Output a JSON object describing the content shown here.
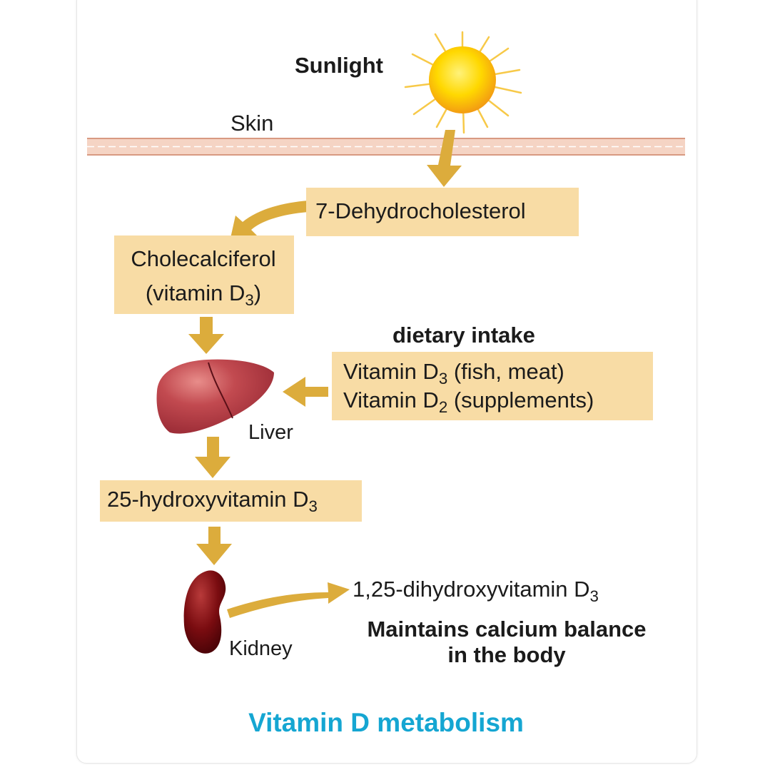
{
  "labels": {
    "sunlight": "Sunlight",
    "skin": "Skin",
    "dehydro": "7-Dehydrocholesterol",
    "chole_line1": "Cholecalciferol",
    "chole_line2_pre": "(vitamin D",
    "chole_line2_sub": "3",
    "chole_line2_post": ")",
    "dietary": "dietary intake",
    "diet_line1_pre": "Vitamin D",
    "diet_line1_sub": "3",
    "diet_line1_post": " (fish, meat)",
    "diet_line2_pre": "Vitamin D",
    "diet_line2_sub": "2",
    "diet_line2_post": " (supplements)",
    "liver": "Liver",
    "hydroxy_pre": "25-hydroxyvitamin D",
    "hydroxy_sub": "3",
    "kidney": "Kidney",
    "dihydroxy_pre": "1,25-dihydroxyvitamin D",
    "dihydroxy_sub": "3",
    "maintains_line1": "Maintains calcium balance",
    "maintains_line2": "in the body"
  },
  "caption": "Vitamin D metabolism",
  "colors": {
    "arrow": "#dcac3c",
    "box": "#f8dca5",
    "skin": "#f2c9b4",
    "caption": "#15a6d2",
    "sun": "#ffd800",
    "liver": "#b8404a",
    "kidney": "#7a0c10"
  }
}
